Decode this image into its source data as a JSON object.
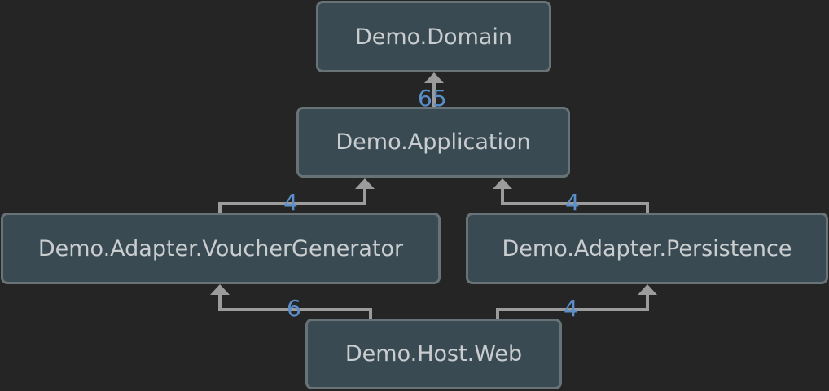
{
  "nodes": {
    "domain": "Demo.Domain",
    "application": "Demo.Application",
    "voucher_generator": "Demo.Adapter.VoucherGenerator",
    "persistence": "Demo.Adapter.Persistence",
    "host_web": "Demo.Host.Web"
  },
  "edges": [
    {
      "from": "Demo.Application",
      "to": "Demo.Domain",
      "label": "65"
    },
    {
      "from": "Demo.Adapter.VoucherGenerator",
      "to": "Demo.Application",
      "label": "4"
    },
    {
      "from": "Demo.Adapter.Persistence",
      "to": "Demo.Application",
      "label": "4"
    },
    {
      "from": "Demo.Host.Web",
      "to": "Demo.Adapter.VoucherGenerator",
      "label": "6"
    },
    {
      "from": "Demo.Host.Web",
      "to": "Demo.Adapter.Persistence",
      "label": "4"
    }
  ],
  "colors": {
    "background": "#252526",
    "node_fill": "#3a4a52",
    "node_border": "#687377",
    "node_text": "#c9cdd0",
    "edge": "#9c9c9c",
    "edge_label": "#5b8fc9"
  }
}
